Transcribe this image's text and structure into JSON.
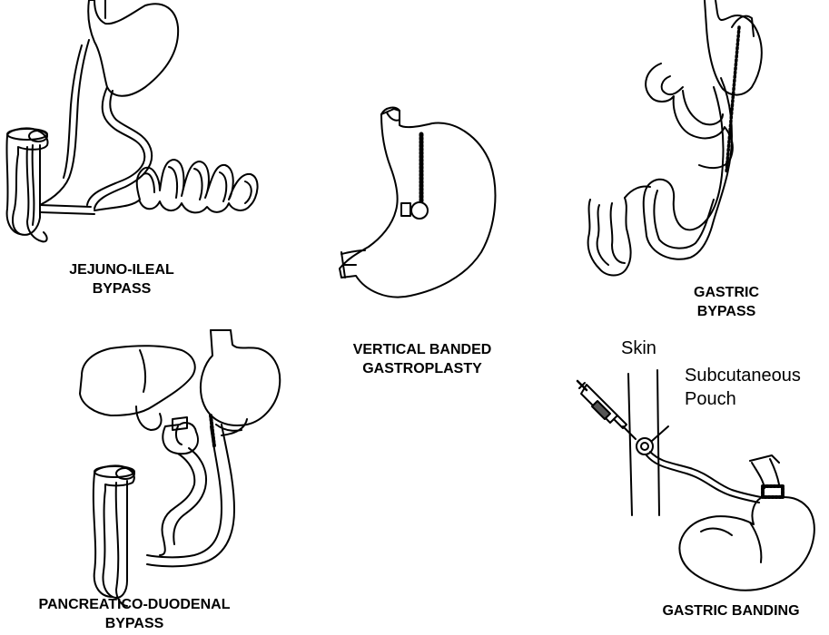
{
  "procedures": {
    "jejuno_ileal": {
      "line1": "JEJUNO-ILEAL",
      "line2": "BYPASS"
    },
    "vbg": {
      "line1": "VERTICAL BANDED",
      "line2": "GASTROPLASTY"
    },
    "gastric_bypass": {
      "line1": "GASTRIC",
      "line2": "BYPASS"
    },
    "pancreatico_duodenal": {
      "line1": "PANCREATICO-DUODENAL",
      "line2": "BYPASS"
    },
    "gastric_banding": {
      "line1": "GASTRIC BANDING"
    }
  },
  "labels": {
    "skin": "Skin",
    "pouch_line1": "Subcutaneous",
    "pouch_line2": "Pouch"
  },
  "colors": {
    "ink": "#000000",
    "background": "#ffffff",
    "reservoir_fill": "#555555"
  }
}
